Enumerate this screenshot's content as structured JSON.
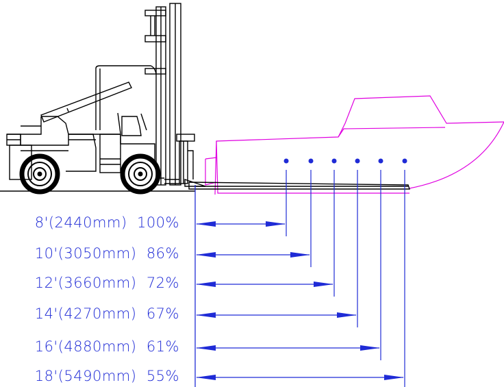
{
  "colors": {
    "line_drawing": "#000000",
    "boat_outline": "#e000e0",
    "dimension": "#1f2bd6",
    "load_point": "#1f2bd6"
  },
  "icons": {
    "forklift": "forklift-line-drawing",
    "boat": "boat-hull-outline",
    "dimension_arrow": "double-headed-arrow"
  },
  "capacity_table": {
    "rows": [
      {
        "fork_length": "8'(2440mm)",
        "capacity": "100%"
      },
      {
        "fork_length": "10'(3050mm)",
        "capacity": "86%"
      },
      {
        "fork_length": "12'(3660mm)",
        "capacity": "72%"
      },
      {
        "fork_length": "14'(4270mm)",
        "capacity": "67%"
      },
      {
        "fork_length": "16'(4880mm)",
        "capacity": "61%"
      },
      {
        "fork_length": "18'(5490mm)",
        "capacity": "55%"
      }
    ]
  }
}
